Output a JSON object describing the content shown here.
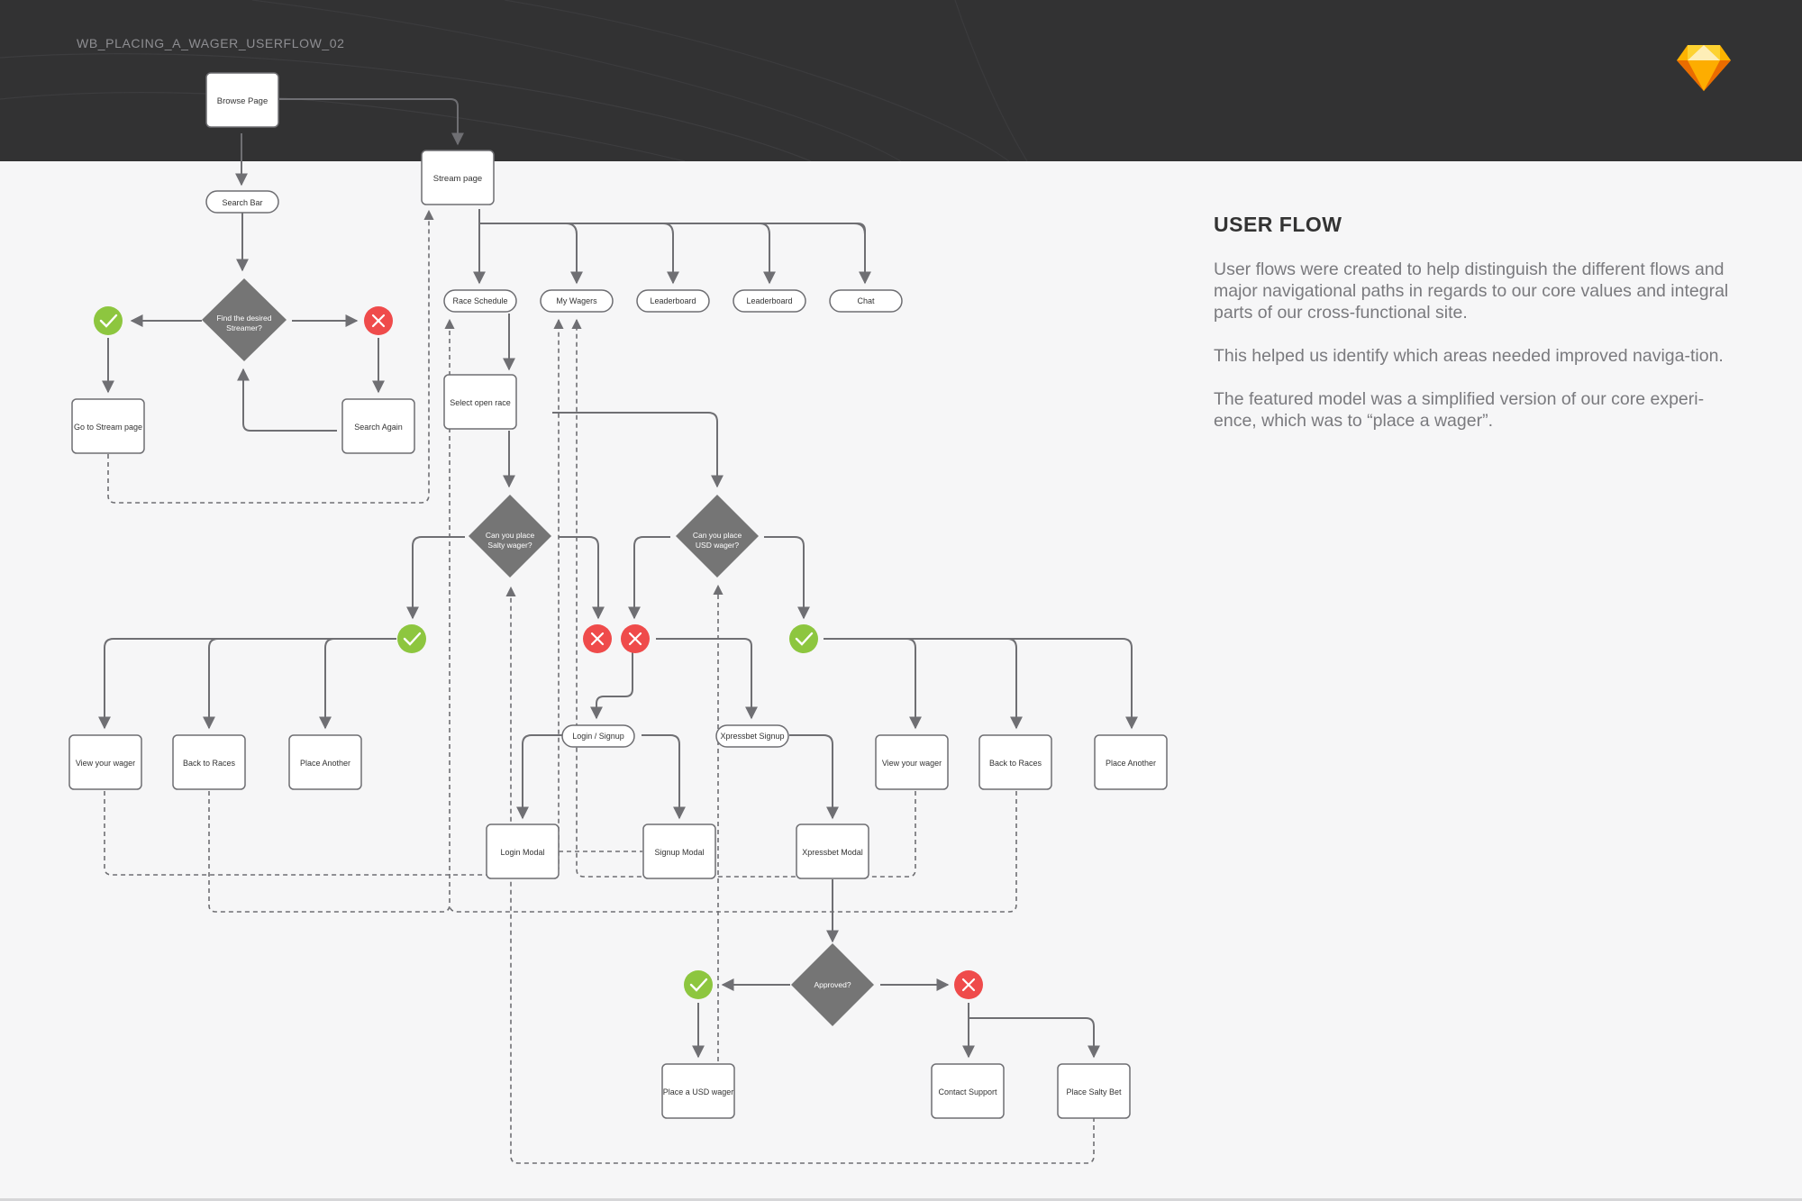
{
  "header": {
    "doc_id": "WB_PLACING_A_WAGER_USERFLOW_02",
    "logo_icon": "sketch-diamond-icon"
  },
  "panel": {
    "title": "USER FLOW",
    "paragraph_1": "User flows were created to help distinguish the different flows and major navigational paths in regards to our core values and integral parts of our cross-functional site.",
    "paragraph_2": "This helped us identify which areas needed improved naviga-tion.",
    "paragraph_3": "The featured model was a simplified version of our core experi-ence, which was to “place a wager”."
  },
  "colors": {
    "header_bg": "#323233",
    "box_border": "#6e6e72",
    "decision_fill": "#757575",
    "success": "#8dc63f",
    "failure": "#ef4b4b",
    "connector": "#6f6f73"
  },
  "nodes": {
    "browse_page": "Browse Page",
    "stream_page": "Stream page",
    "search_bar": "Search Bar",
    "find_streamer": [
      "Find the desired",
      "Streamer?"
    ],
    "go_to_stream": "Go to Stream page",
    "search_again": "Search Again",
    "race_schedule": "Race Schedule",
    "my_wagers": "My Wagers",
    "leaderboard_1": "Leaderboard",
    "leaderboard_2": "Leaderboard",
    "chat": "Chat",
    "select_open_race": "Select open race",
    "salty_decision": [
      "Can you place",
      "Salty wager?"
    ],
    "usd_decision": [
      "Can you place",
      "USD wager?"
    ],
    "view_wager_left": "View your wager",
    "back_to_races_left": "Back to Races",
    "place_another_left": "Place Another",
    "login_signup": "Login / Signup",
    "xpressbet_signup": "Xpressbet Signup",
    "view_wager_right": "View your wager",
    "back_to_races_right": "Back to Races",
    "place_another_right": "Place Another",
    "login_modal": "Login Modal",
    "signup_modal": "Signup Modal",
    "xpressbet_modal": "Xpressbet Modal",
    "approved": "Approved?",
    "place_usd_wager": "Place a USD wager",
    "contact_support": "Contact Support",
    "place_salty_bet": "Place Salty Bet"
  }
}
